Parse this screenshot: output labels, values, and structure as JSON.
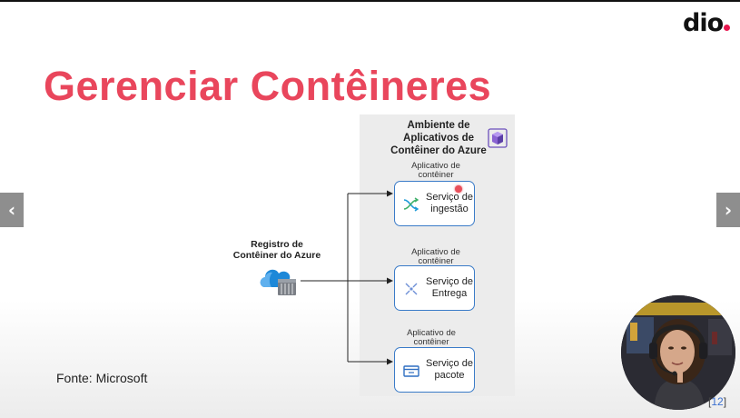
{
  "brand": {
    "logo_text": "dio",
    "logo_dot_color": "#e8174f"
  },
  "slide": {
    "title": "Gerenciar Contêineres",
    "title_color": "#e9465c",
    "source": "Fonte: Microsoft",
    "page_number": "12"
  },
  "nav": {
    "prev_icon": "chevron-left-icon",
    "next_icon": "chevron-right-icon"
  },
  "diagram": {
    "environment_lines": [
      "Ambiente de",
      "Aplicativos de",
      "Contêiner do Azure"
    ],
    "registry_lines": [
      "Registro de",
      "Contêiner do Azure"
    ],
    "apps": [
      {
        "label_lines": [
          "Aplicativo de",
          "contêiner"
        ],
        "service_lines": [
          "Serviço de",
          "ingestão"
        ],
        "icon": "ingestion-icon"
      },
      {
        "label_lines": [
          "Aplicativo de",
          "contêiner"
        ],
        "service_lines": [
          "Serviço de",
          "Entrega"
        ],
        "icon": "delivery-icon"
      },
      {
        "label_lines": [
          "Aplicativo de",
          "contêiner"
        ],
        "service_lines": [
          "Serviço de",
          "pacote"
        ],
        "icon": "package-icon"
      }
    ],
    "card_border_color": "#3a7bc8",
    "panel_color": "#ececec"
  }
}
